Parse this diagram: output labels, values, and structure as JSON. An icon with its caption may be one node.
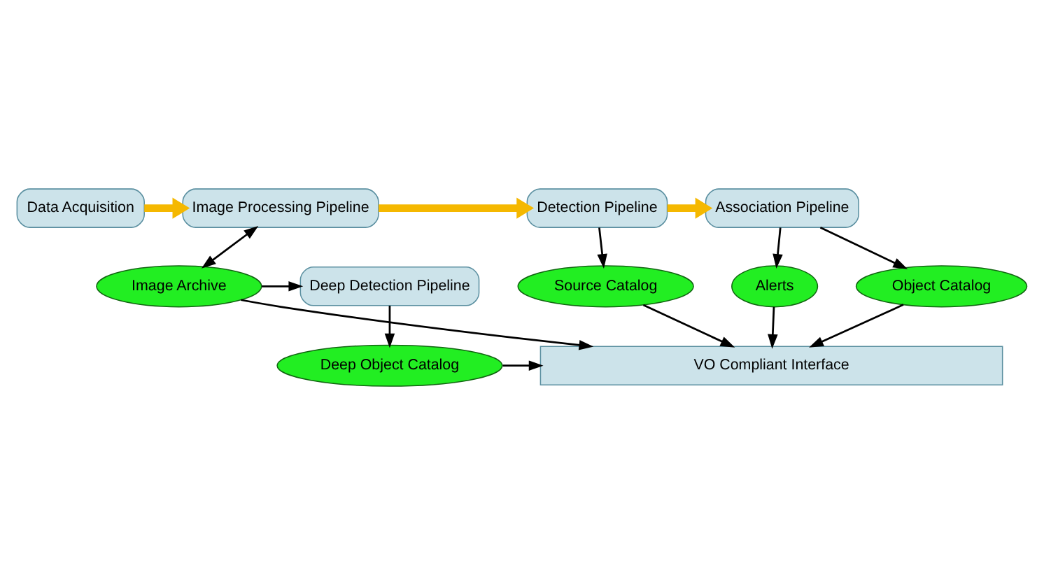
{
  "diagram": {
    "nodes": [
      {
        "text": [
          "Data Acquisition"
        ]
      },
      {
        "text": [
          "Image Processing Pipeline"
        ]
      },
      {
        "text": [
          "Detection Pipeline"
        ]
      },
      {
        "text": [
          "Association Pipeline"
        ]
      },
      {
        "text": [
          "Alerts"
        ]
      },
      {
        "text": [
          "Deep Detection Pipeline"
        ]
      },
      {
        "text": [
          "Image Archive"
        ]
      },
      {
        "text": [
          "Source Catalog"
        ]
      },
      {
        "text": [
          "Object Catalog"
        ]
      },
      {
        "text": [
          "Deep Object Catalog"
        ]
      },
      {
        "text": [
          "VO Compliant Interface"
        ]
      }
    ],
    "edges": [
      {
        "from": 0,
        "to": 1,
        "arrow": "to",
        "style": "thick",
        "color": "#f5b800"
      },
      {
        "from": 1,
        "to": 2,
        "arrow": "to",
        "style": "thick",
        "color": "#f5b800"
      },
      {
        "from": 2,
        "to": 3,
        "arrow": "to",
        "style": "thick",
        "color": "#f5b800"
      },
      {
        "from": 1,
        "to": 6,
        "arrow": "both"
      },
      {
        "from": 3,
        "to": 4,
        "arrow": "to"
      },
      {
        "from": 3,
        "to": 8,
        "arrow": "to"
      },
      {
        "from": 2,
        "to": 7,
        "arrow": "to"
      },
      {
        "from": 6,
        "to": 5,
        "arrow": "to"
      },
      {
        "from": 5,
        "to": 9,
        "arrow": "to"
      },
      {
        "from": 6,
        "to": 10,
        "arrow": "to"
      },
      {
        "from": 7,
        "to": 10,
        "arrow": "to"
      },
      {
        "from": 4,
        "to": 10,
        "arrow": "to"
      },
      {
        "from": 8,
        "to": 10,
        "arrow": "to"
      },
      {
        "from": 9,
        "to": 10,
        "arrow": "to"
      }
    ]
  }
}
